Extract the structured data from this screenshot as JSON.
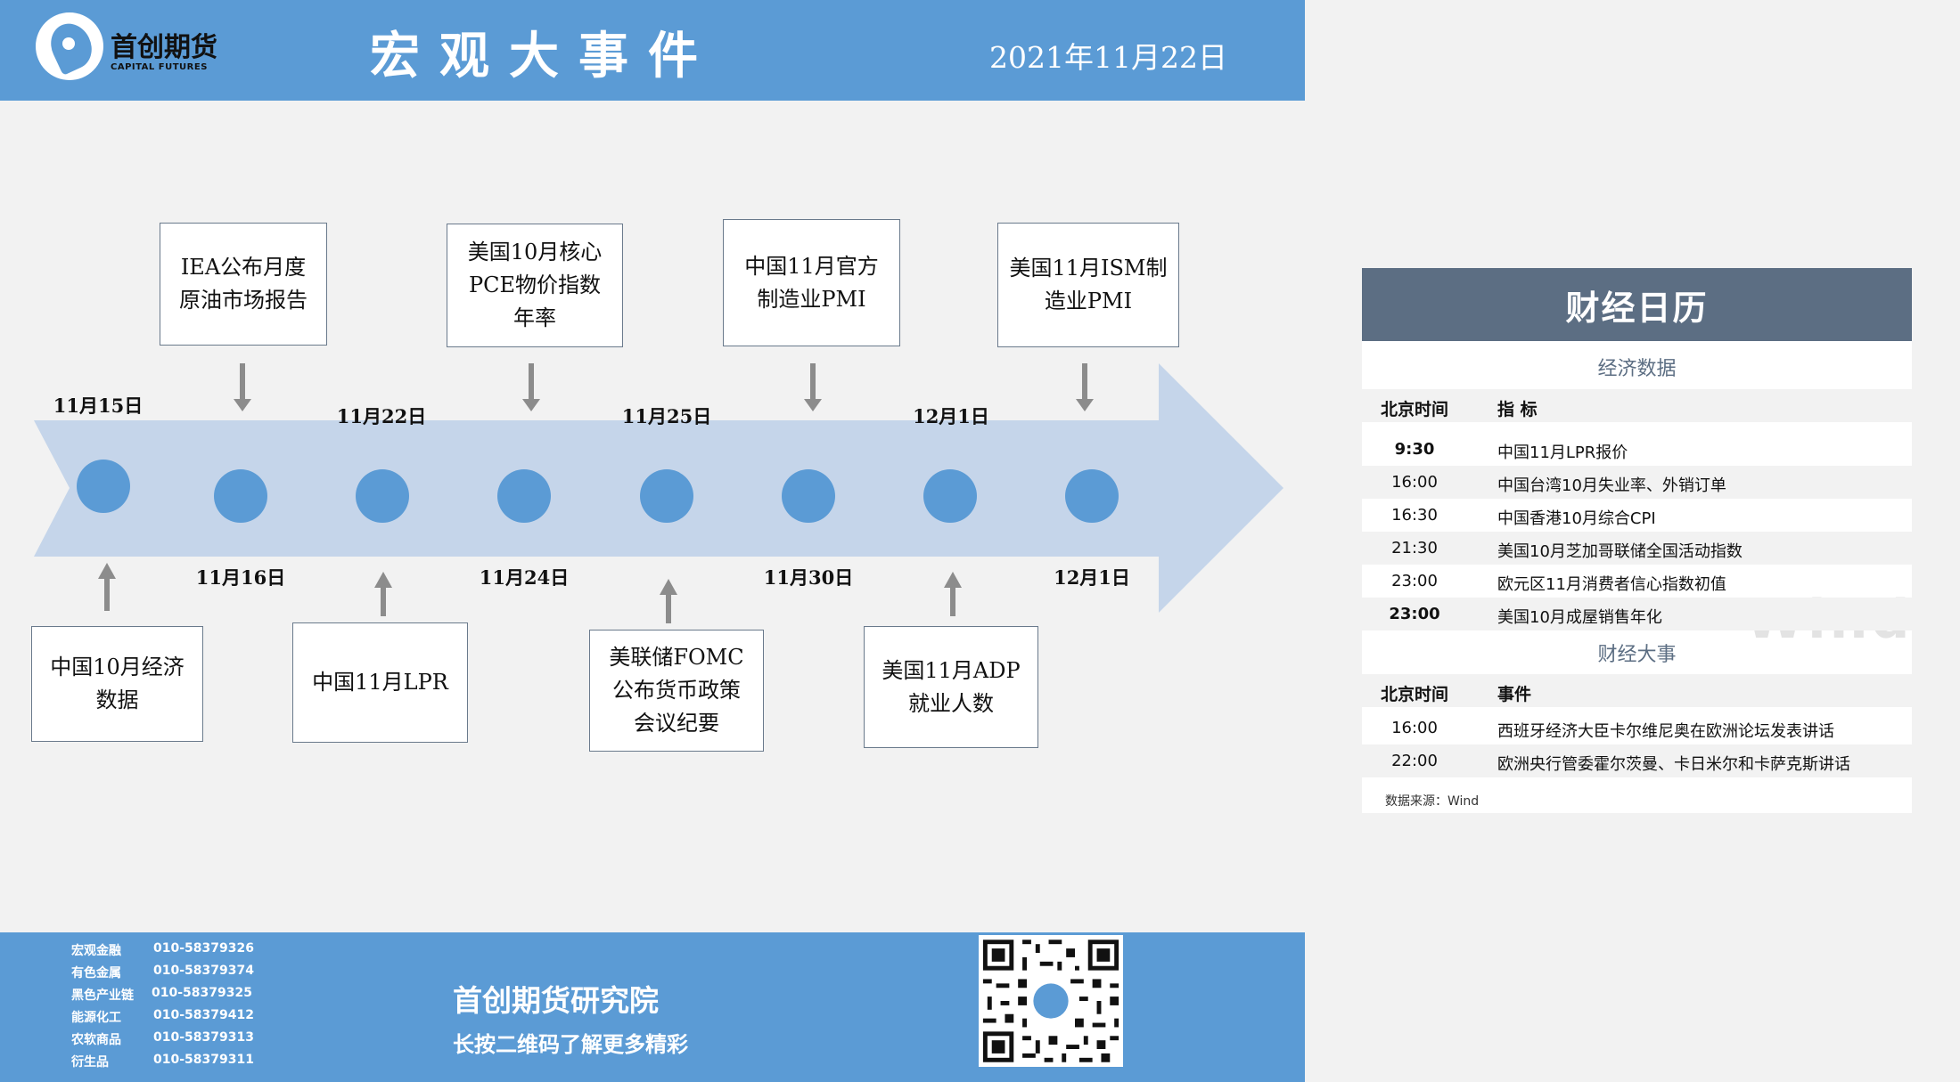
{
  "header": {
    "logo_name": "首创期货",
    "logo_en": "CAPITAL FUTURES",
    "title": "宏观大事件",
    "date": "2021年11月22日",
    "color": "#5b9bd5"
  },
  "timeline": {
    "top_dates": [
      "11月15日",
      "11月22日",
      "11月25日",
      "12月1日"
    ],
    "bottom_dates": [
      "11月16日",
      "11月24日",
      "11月30日",
      "12月1日"
    ],
    "top_events": [
      [
        "IEA公布月度",
        "原油市场报告"
      ],
      [
        "美国10月核心",
        "PCE物价指数",
        "年率"
      ],
      [
        "中国11月官方",
        "制造业PMI"
      ],
      [
        "美国11月ISM制",
        "造业PMI"
      ]
    ],
    "bottom_events": [
      [
        "中国10月经济",
        "数据"
      ],
      [
        "中国11月LPR"
      ],
      [
        "美联储FOMC",
        "公布货币政策",
        "会议纪要"
      ],
      [
        "美国11月ADP",
        "就业人数"
      ]
    ]
  },
  "calendar": {
    "title": "财经日历",
    "section1_title": "经济数据",
    "section1_header": {
      "time": "北京时间",
      "desc": "指  标"
    },
    "section1_rows": [
      {
        "time": "9:30",
        "desc": "中国11月LPR报价"
      },
      {
        "time": "16:00",
        "desc": "中国台湾10月失业率、外销订单"
      },
      {
        "time": "16:30",
        "desc": "中国香港10月综合CPI"
      },
      {
        "time": "21:30",
        "desc": "美国10月芝加哥联储全国活动指数"
      },
      {
        "time": "23:00",
        "desc": "欧元区11月消费者信心指数初值"
      },
      {
        "time": "23:00",
        "desc": "美国10月成屋销售年化"
      }
    ],
    "section2_title": "财经大事",
    "section2_header": {
      "time": "北京时间",
      "desc": "事件"
    },
    "section2_rows": [
      {
        "time": "16:00",
        "desc": "西班牙经济大臣卡尔维尼奥在欧洲论坛发表讲话"
      },
      {
        "time": "22:00",
        "desc": "欧洲央行管委霍尔茨曼、卡日米尔和卡萨克斯讲话"
      }
    ],
    "source": "数据来源：Wind",
    "watermark": "Wind",
    "header_color": "#5c6e83"
  },
  "footer": {
    "contacts": [
      {
        "name": "宏观金融",
        "phone": "010-58379326"
      },
      {
        "name": "有色金属",
        "phone": "010-58379374"
      },
      {
        "name": "黑色产业链",
        "phone": "010-58379325"
      },
      {
        "name": "能源化工",
        "phone": "010-58379412"
      },
      {
        "name": "农软商品",
        "phone": "010-58379313"
      },
      {
        "name": "衍生品",
        "phone": "010-58379311"
      }
    ],
    "institute": "首创期货研究院",
    "slogan": "长按二维码了解更多精彩"
  }
}
